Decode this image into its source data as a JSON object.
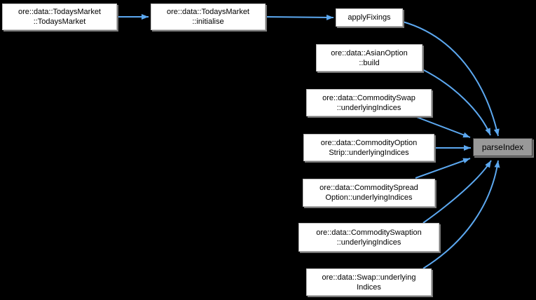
{
  "diagram": {
    "kind": "call-graph",
    "background": "#000000",
    "colors": {
      "edge": "#5CA8F0",
      "node_fill": "#FFFFFF",
      "node_border": "#BEBEBE",
      "node_shadow": "#787878",
      "highlight_fill": "#999999",
      "highlight_border": "#3C3C3C",
      "text": "#000000"
    },
    "nodes": [
      {
        "id": "todaysmarket-constructor",
        "label": "ore::data::TodaysMarket\n::TodaysMarket"
      },
      {
        "id": "todaysmarket-initialise",
        "label": "ore::data::TodaysMarket\n::initialise"
      },
      {
        "id": "applyfixings",
        "label": "applyFixings"
      },
      {
        "id": "asianoption-build",
        "label": "ore::data::AsianOption\n::build"
      },
      {
        "id": "commodityswap-underlyingindices",
        "label": "ore::data::CommoditySwap\n::underlyingIndices"
      },
      {
        "id": "commodityoptionstrip-underlyingindices",
        "label": "ore::data::CommodityOption\nStrip::underlyingIndices"
      },
      {
        "id": "commodityspreadoption-underlyingindices",
        "label": "ore::data::CommoditySpread\nOption::underlyingIndices"
      },
      {
        "id": "commodityswaption-underlyingindices",
        "label": "ore::data::CommoditySwaption\n::underlyingIndices"
      },
      {
        "id": "swap-underlyingindices",
        "label": "ore::data::Swap::underlying\nIndices"
      },
      {
        "id": "parseindex",
        "label": "parseIndex",
        "highlighted": true
      }
    ],
    "edges": [
      {
        "from": "todaysmarket-constructor",
        "to": "todaysmarket-initialise"
      },
      {
        "from": "todaysmarket-initialise",
        "to": "applyfixings"
      },
      {
        "from": "applyfixings",
        "to": "parseindex"
      },
      {
        "from": "asianoption-build",
        "to": "parseindex"
      },
      {
        "from": "commodityswap-underlyingindices",
        "to": "parseindex"
      },
      {
        "from": "commodityoptionstrip-underlyingindices",
        "to": "parseindex"
      },
      {
        "from": "commodityspreadoption-underlyingindices",
        "to": "parseindex"
      },
      {
        "from": "commodityswaption-underlyingindices",
        "to": "parseindex"
      },
      {
        "from": "swap-underlyingindices",
        "to": "parseindex"
      }
    ]
  }
}
